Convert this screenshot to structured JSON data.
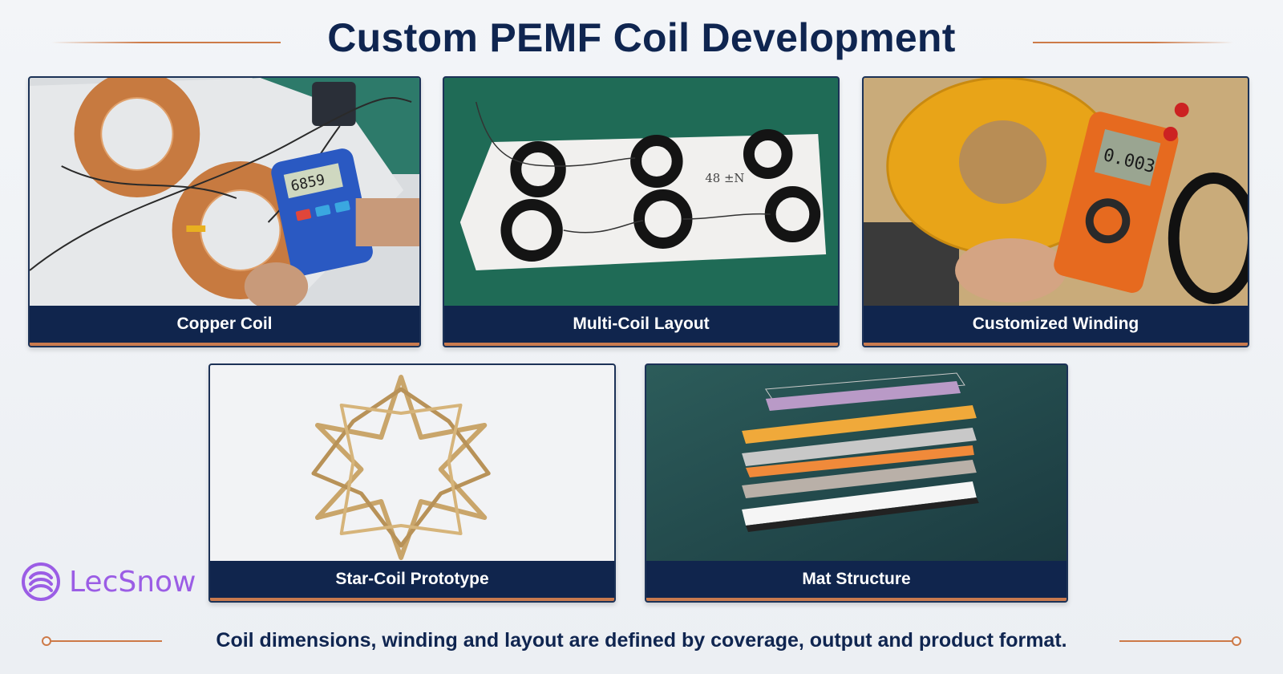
{
  "header": {
    "title": "Custom PEMF Coil Development"
  },
  "cards": [
    {
      "caption": "Copper Coil",
      "image_icon": "copper-coil-photo"
    },
    {
      "caption": "Multi-Coil Layout",
      "image_icon": "multi-coil-layout-photo",
      "sheet_text": "48 ±N"
    },
    {
      "caption": "Customized Winding",
      "image_icon": "customized-winding-photo",
      "meter_reading": "0.003"
    },
    {
      "caption": "Star-Coil Prototype",
      "image_icon": "star-coil-photo"
    },
    {
      "caption": "Mat Structure",
      "image_icon": "mat-structure-photo"
    }
  ],
  "meter_card1": {
    "reading": "6859"
  },
  "logo": {
    "text": "LecSnow",
    "icon": "lecsnow-logo-icon",
    "color": "#9b5de5"
  },
  "footer": {
    "text": "Coil dimensions, winding and layout are defined by coverage, output and product format."
  },
  "colors": {
    "navy": "#0f2550",
    "accent": "#cd7a48",
    "background": "#eef1f5"
  }
}
